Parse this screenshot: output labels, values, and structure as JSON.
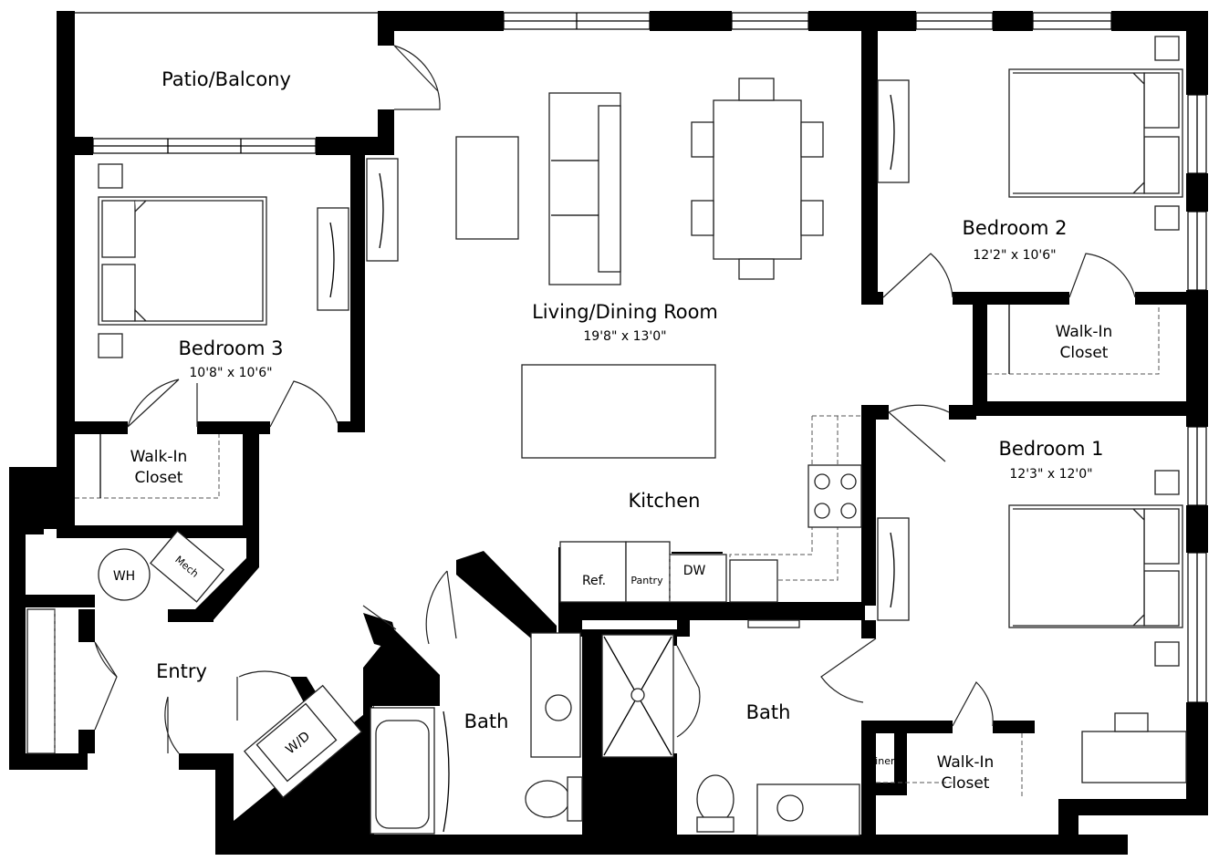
{
  "rooms": {
    "patio": {
      "name": "Patio/Balcony"
    },
    "living": {
      "name": "Living/Dining Room",
      "size": "19'8\" x 13'0\""
    },
    "bedroom3": {
      "name": "Bedroom 3",
      "size": "10'8\" x 10'6\""
    },
    "bedroom2": {
      "name": "Bedroom 2",
      "size": "12'2\" x 10'6\""
    },
    "bedroom1": {
      "name": "Bedroom 1",
      "size": "12'3\" x 12'0\""
    },
    "closet_b3": {
      "line1": "Walk-In",
      "line2": "Closet"
    },
    "closet_b2": {
      "line1": "Walk-In",
      "line2": "Closet"
    },
    "closet_b1": {
      "line1": "Walk-In",
      "line2": "Closet"
    },
    "kitchen": {
      "name": "Kitchen"
    },
    "entry": {
      "name": "Entry"
    },
    "bath_left": {
      "name": "Bath"
    },
    "bath_right": {
      "name": "Bath"
    }
  },
  "fixtures": {
    "wh": "WH",
    "mech": "Mech",
    "wd": "W/D",
    "ref": "Ref.",
    "pantry": "Pantry",
    "dw": "DW",
    "linen": "Linen"
  }
}
